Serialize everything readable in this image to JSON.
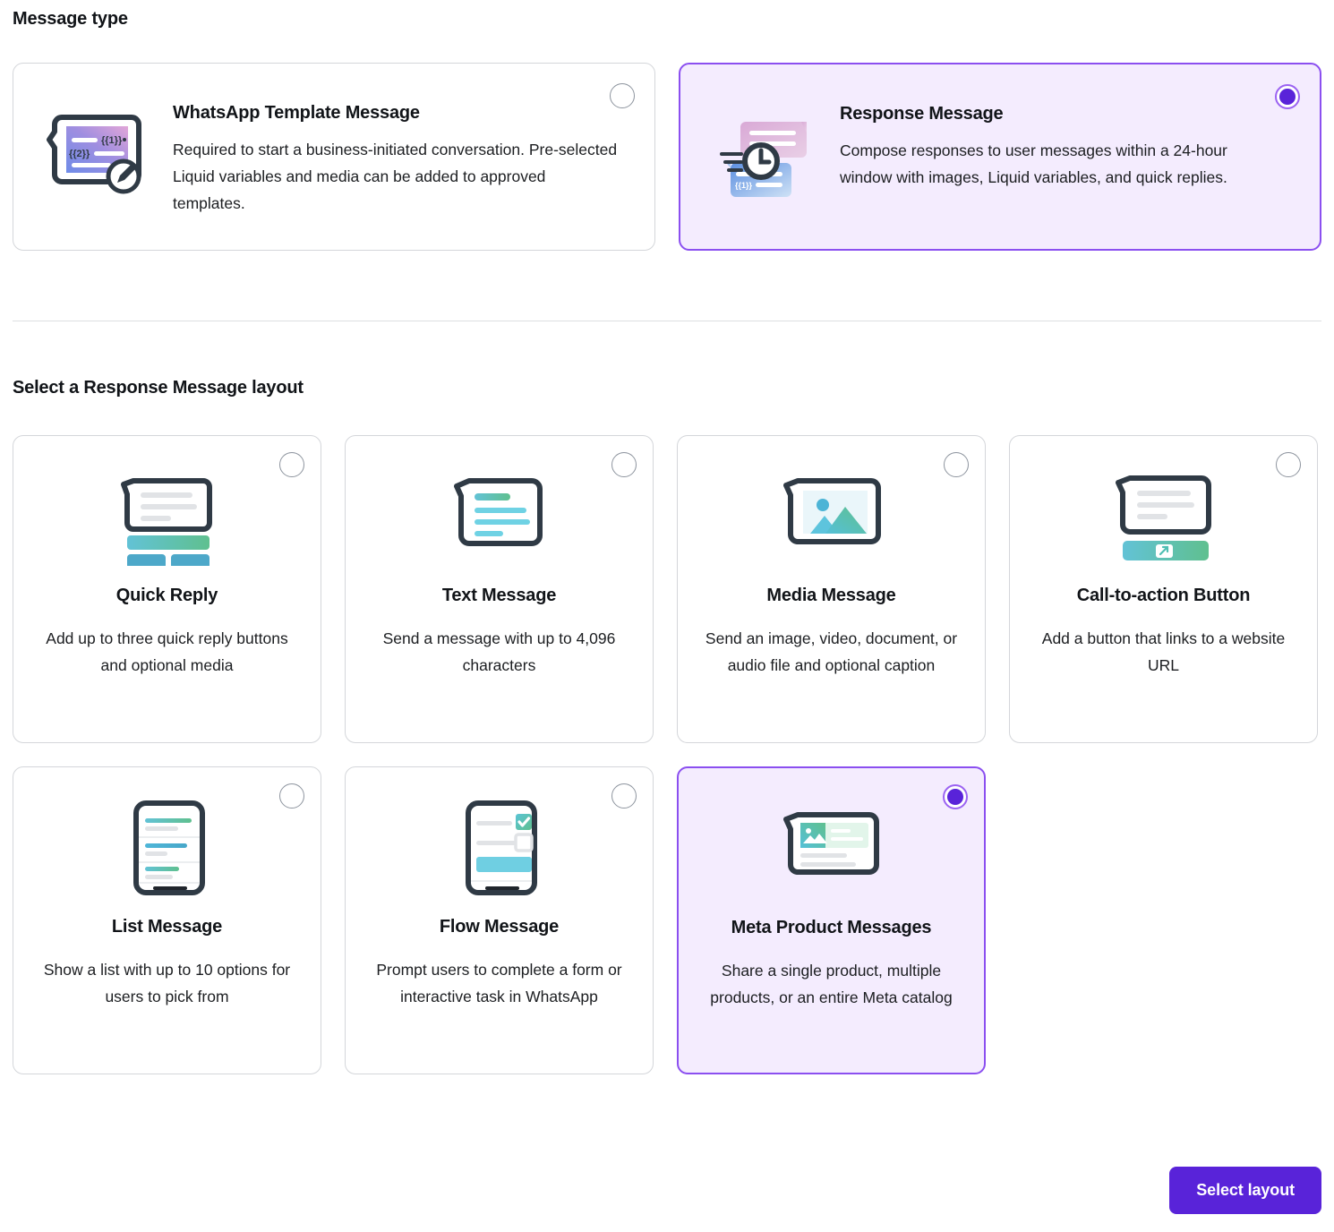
{
  "headings": {
    "message_type": "Message type",
    "layout": "Select a Response Message layout"
  },
  "message_types": [
    {
      "icon": "template-message-icon",
      "title": "WhatsApp Template Message",
      "description": "Required to start a business-initiated conversation. Pre-selected Liquid variables and media can be added to approved templates.",
      "selected": false
    },
    {
      "icon": "response-message-icon",
      "title": "Response Message",
      "description": "Compose responses to user messages within a 24-hour window with images, Liquid variables, and quick replies.",
      "selected": true
    }
  ],
  "layouts": [
    {
      "icon": "quick-reply-icon",
      "title": "Quick Reply",
      "description": "Add up to three quick reply buttons and optional media",
      "selected": false
    },
    {
      "icon": "text-message-icon",
      "title": "Text Message",
      "description": "Send a message with up to 4,096 characters",
      "selected": false
    },
    {
      "icon": "media-message-icon",
      "title": "Media Message",
      "description": "Send an image, video, document, or audio file and optional caption",
      "selected": false
    },
    {
      "icon": "call-to-action-icon",
      "title": "Call-to-action Button",
      "description": "Add a button that links to a website URL",
      "selected": false
    },
    {
      "icon": "list-message-icon",
      "title": "List Message",
      "description": "Show a list with up to 10 options for users to pick from",
      "selected": false
    },
    {
      "icon": "flow-message-icon",
      "title": "Flow Message",
      "description": "Prompt users to complete a form or interactive task in WhatsApp",
      "selected": false
    },
    {
      "icon": "meta-product-icon",
      "title": "Meta Product Messages",
      "description": "Share a single product, multiple products, or an entire Meta catalog",
      "selected": true
    }
  ],
  "footer": {
    "select_layout_label": "Select layout"
  },
  "colors": {
    "accent": "#5923d9",
    "selected_card_bg": "#f4ecfe",
    "selected_card_border": "#8b4ff0",
    "card_border": "#d4d6da",
    "text": "#1c1e21",
    "icon_outline": "#2f3a45"
  }
}
